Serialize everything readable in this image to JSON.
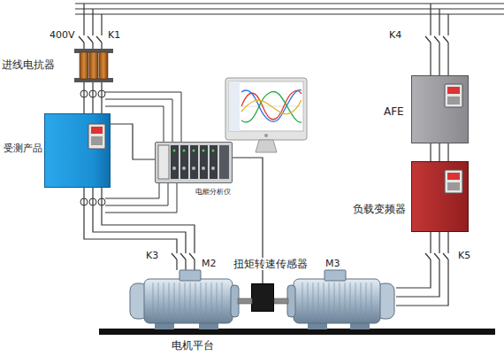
{
  "diagram": {
    "nodes": [
      {
        "text": [
          "受测产品"
        ]
      },
      {
        "text": [
          "电能分析仪"
        ]
      },
      {
        "text": [
          "AFE"
        ]
      },
      {
        "text": [
          "负载变频器"
        ]
      },
      {
        "text": [
          "扭矩转速传感器"
        ]
      },
      {
        "text": [
          "M2"
        ]
      },
      {
        "text": [
          "M3"
        ]
      }
    ],
    "edges": [
      {
        "from": 0,
        "to": 5,
        "arrow": "none"
      },
      {
        "from": 2,
        "to": 3,
        "arrow": "none"
      },
      {
        "from": 3,
        "to": 6,
        "arrow": "none"
      },
      {
        "from": 4,
        "to": 1,
        "arrow": "none"
      },
      {
        "from": 0,
        "to": 1,
        "arrow": "none"
      }
    ],
    "labels": [
      "400V",
      "K1",
      "进线电抗器",
      "K4",
      "K3",
      "K5",
      "电机平台"
    ]
  }
}
